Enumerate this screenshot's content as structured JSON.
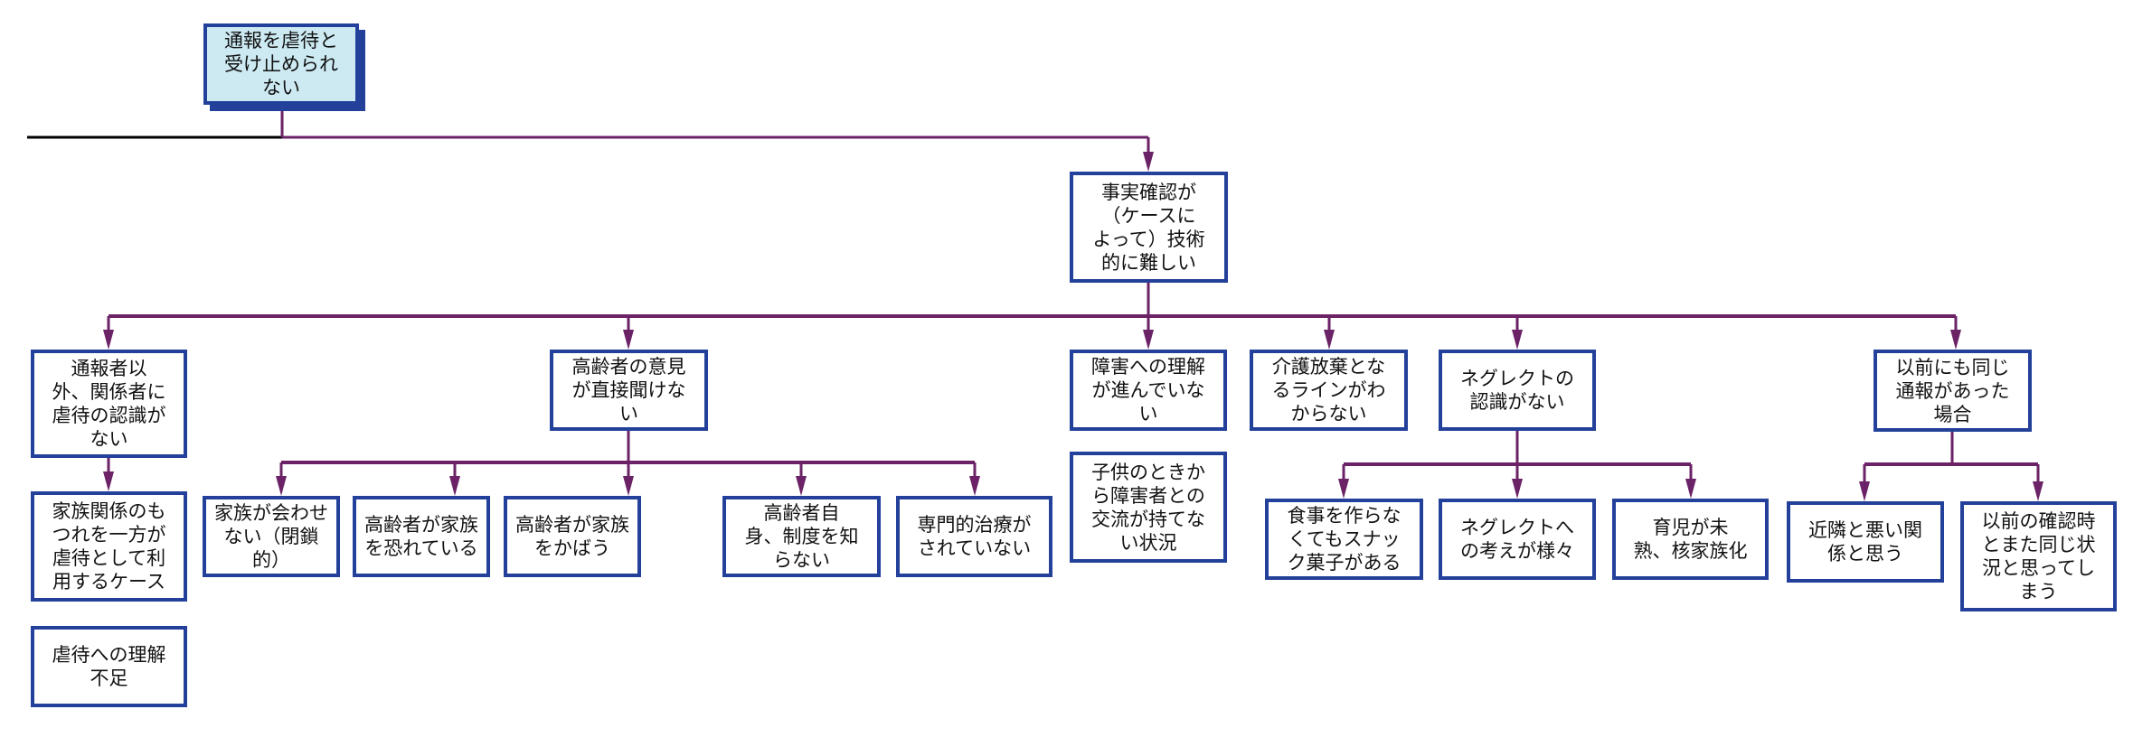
{
  "colors": {
    "box_border": "#23409a",
    "root_fill": "#cdeaf3",
    "connector": "#6b2266",
    "baseline": "#000000"
  },
  "diagram": {
    "root": {
      "id": "root",
      "label": "通報を虐待と\n受け止められ\nない"
    },
    "level1": {
      "id": "fact-check",
      "label": "事実確認が\n（ケースに\nよって）技術\n的に難しい"
    },
    "branches": [
      {
        "id": "others-no-recognition",
        "label": "通報者以\n外、関係者に\n虐待の認識が\nない",
        "children": [
          {
            "id": "family-conflict-case",
            "label": "家族関係のも\nつれを一方が\n虐待として利\n用するケース"
          },
          {
            "id": "lack-understanding-abuse",
            "label": "虐待への理解\n不足"
          }
        ]
      },
      {
        "id": "elder-opinion",
        "label": "高齢者の意見\nが直接聞けな\nい",
        "children": [
          {
            "id": "family-blocks-meeting",
            "label": "家族が会わせ\nない（閉鎖\n的）"
          },
          {
            "id": "elder-fears-family",
            "label": "高齢者が家族\nを恐れている"
          },
          {
            "id": "elder-protects-family",
            "label": "高齢者が家族\nをかばう"
          },
          {
            "id": "elder-unaware-system",
            "label": "高齢者自\n身、制度を知\nらない"
          },
          {
            "id": "no-specialist-treatment",
            "label": "専門的治療が\nされていない"
          }
        ]
      },
      {
        "id": "disability-understanding",
        "label": "障害への理解\nが進んでいな\nい",
        "children": [
          {
            "id": "no-childhood-contact",
            "label": "子供のときか\nら障害者との\n交流が持てな\nい状況"
          }
        ]
      },
      {
        "id": "care-abandonment-line",
        "label": "介護放棄とな\nるラインがわ\nからない",
        "children": []
      },
      {
        "id": "neglect-recognition",
        "label": "ネグレクトの\n認識がない",
        "children": [
          {
            "id": "snack-food",
            "label": "食事を作らな\nくてもスナッ\nク菓子がある"
          },
          {
            "id": "neglect-views-vary",
            "label": "ネグレクトへ\nの考えが様々"
          },
          {
            "id": "immature-parenting",
            "label": "育児が未\n熟、核家族化"
          }
        ]
      },
      {
        "id": "previous-report",
        "label": "以前にも同じ\n通報があった\n場合",
        "children": [
          {
            "id": "bad-neighbor-relation",
            "label": "近隣と悪い関\n係と思う"
          },
          {
            "id": "same-as-before",
            "label": "以前の確認時\nとまた同じ状\n況と思ってし\nまう"
          }
        ]
      }
    ]
  }
}
